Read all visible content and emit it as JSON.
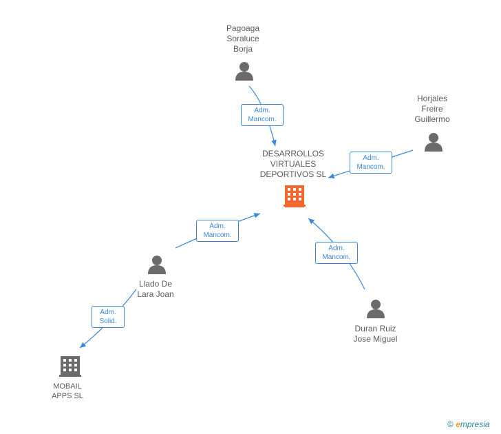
{
  "nodes": {
    "center": {
      "label": "DESARROLLOS\nVIRTUALES\nDEPORTIVOS SL",
      "type": "company",
      "color": "#f4672f"
    },
    "pagoaga": {
      "label": "Pagoaga\nSoraluce\nBorja",
      "type": "person"
    },
    "horjales": {
      "label": "Horjales\nFreire\nGuillermo",
      "type": "person"
    },
    "llado": {
      "label": "Llado De\nLara Joan",
      "type": "person"
    },
    "duran": {
      "label": "Duran Ruiz\nJose Miguel",
      "type": "person"
    },
    "mobail": {
      "label": "MOBAIL\nAPPS SL",
      "type": "company",
      "color": "#6b6b6b"
    }
  },
  "roles": [
    {
      "id": "role-pagoaga",
      "line1": "Adm.",
      "line2": "Mancom."
    },
    {
      "id": "role-horjales",
      "line1": "Adm.",
      "line2": "Mancom."
    },
    {
      "id": "role-llado",
      "line1": "Adm.",
      "line2": "Mancom."
    },
    {
      "id": "role-duran",
      "line1": "Adm.",
      "line2": "Mancom."
    },
    {
      "id": "role-llado-mobail",
      "line1": "Adm.",
      "line2": "Solid."
    }
  ],
  "colors": {
    "edge": "#3a87d6",
    "person_icon": "#6b6b6b"
  },
  "footer": {
    "copyright_symbol": "©",
    "brand_e": "e",
    "brand_rest": "mpresia"
  }
}
